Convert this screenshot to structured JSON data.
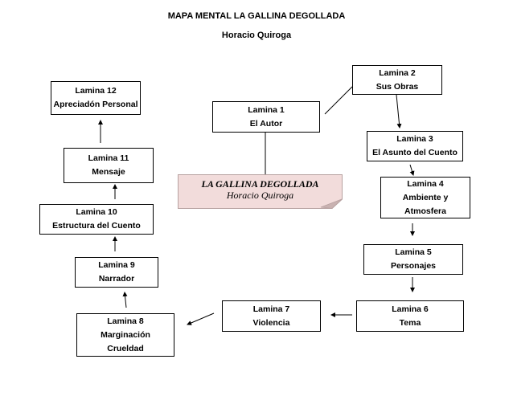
{
  "title": "MAPA MENTAL LA GALLINA DEGOLLADA",
  "subtitle": "Horacio Quiroga",
  "center": {
    "line1": "LA GALLINA DEGOLLADA",
    "line2": "Horacio Quiroga"
  },
  "colors": {
    "center_fill": "#f2dcdb",
    "center_border": "#b7a1a0",
    "line": "#000000"
  },
  "boxes": {
    "l1": {
      "lines": [
        "Lamina 1",
        "El Autor"
      ]
    },
    "l2": {
      "lines": [
        "Lamina 2",
        "Sus Obras"
      ]
    },
    "l3": {
      "lines": [
        "Lamina 3",
        "El Asunto del Cuento"
      ]
    },
    "l4": {
      "lines": [
        "Lamina 4",
        "Ambiente y",
        "Atmosfera"
      ]
    },
    "l5": {
      "lines": [
        "Lamina 5",
        "Personajes"
      ]
    },
    "l6": {
      "lines": [
        "Lamina 6",
        "Tema"
      ]
    },
    "l7": {
      "lines": [
        "Lamina 7",
        "Violencia"
      ]
    },
    "l8": {
      "lines": [
        "Lamina 8",
        "Marginación",
        "Crueldad"
      ]
    },
    "l9": {
      "lines": [
        "Lamina 9",
        "Narrador"
      ]
    },
    "l10": {
      "lines": [
        "Lamina 10",
        "Estructura del Cuento"
      ]
    },
    "l11": {
      "lines": [
        "Lamina 11",
        "Mensaje"
      ]
    },
    "l12": {
      "lines": [
        "Lamina 12",
        "Apreciadón Personal"
      ]
    }
  }
}
